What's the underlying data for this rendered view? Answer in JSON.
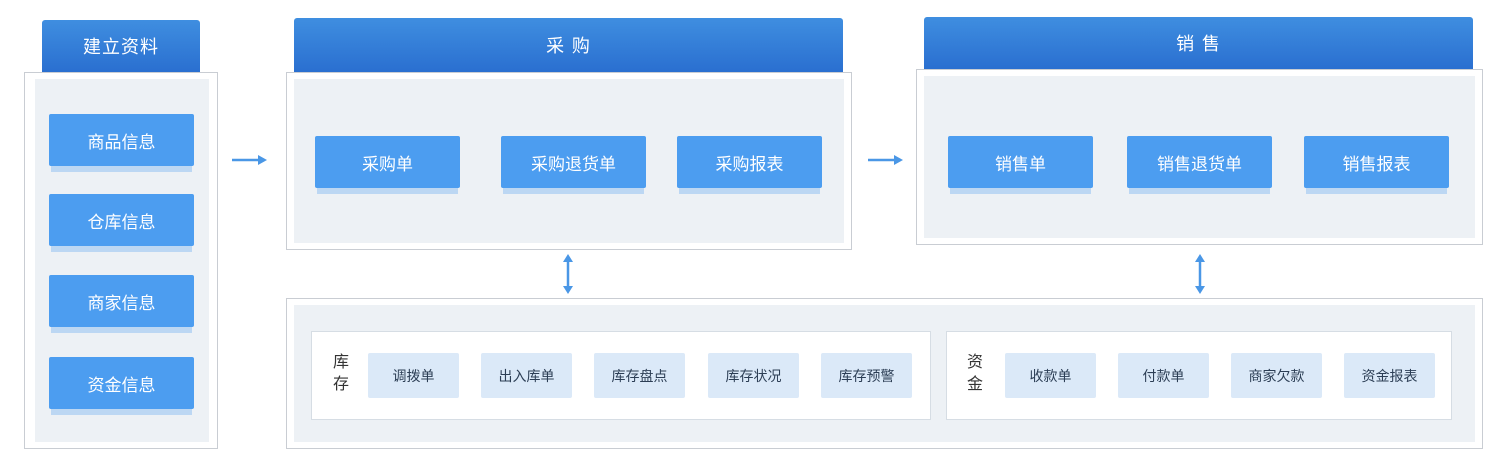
{
  "setup": {
    "title": "建立资料",
    "items": [
      "商品信息",
      "仓库信息",
      "商家信息",
      "资金信息"
    ]
  },
  "purchase": {
    "title": "采 购",
    "items": [
      "采购单",
      "采购退货单",
      "采购报表"
    ]
  },
  "sales": {
    "title": "销 售",
    "items": [
      "销售单",
      "销售退货单",
      "销售报表"
    ]
  },
  "inventory": {
    "label_line1": "库",
    "label_line2": "存",
    "items": [
      "调拨单",
      "出入库单",
      "库存盘点",
      "库存状况",
      "库存预警"
    ]
  },
  "funds": {
    "label_line1": "资",
    "label_line2": "金",
    "items": [
      "收款单",
      "付款单",
      "商家欠款",
      "资金报表"
    ]
  },
  "colors": {
    "tab_blue": "#2a6fd0",
    "button_blue": "#4c9df0",
    "arrow_blue": "#4a97e6",
    "panel_bg": "#edf1f5",
    "chip_bg": "#dbe9f8"
  }
}
